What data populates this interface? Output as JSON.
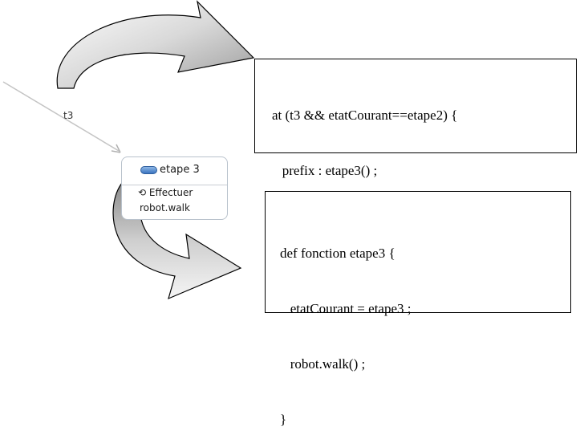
{
  "transition": {
    "label": "t3"
  },
  "state": {
    "name": "etape 3",
    "action_label": "Effectuer",
    "action_code": "robot.walk",
    "action_icon": "refresh-icon"
  },
  "code_top": {
    "lines": [
      "at (t3 && etatCourant==etape2) {",
      "   prefix : etape3() ;",
      "}"
    ]
  },
  "code_bottom": {
    "lines": [
      "def fonction etape3 {",
      "   etatCourant = etape3 ;",
      "   robot.walk() ;",
      "}"
    ]
  },
  "colors": {
    "arrow_fill": "#d2d2d2",
    "arrow_stroke": "#000000",
    "transition_line": "#c4c4c4",
    "state_pill": "#4a82c8"
  }
}
